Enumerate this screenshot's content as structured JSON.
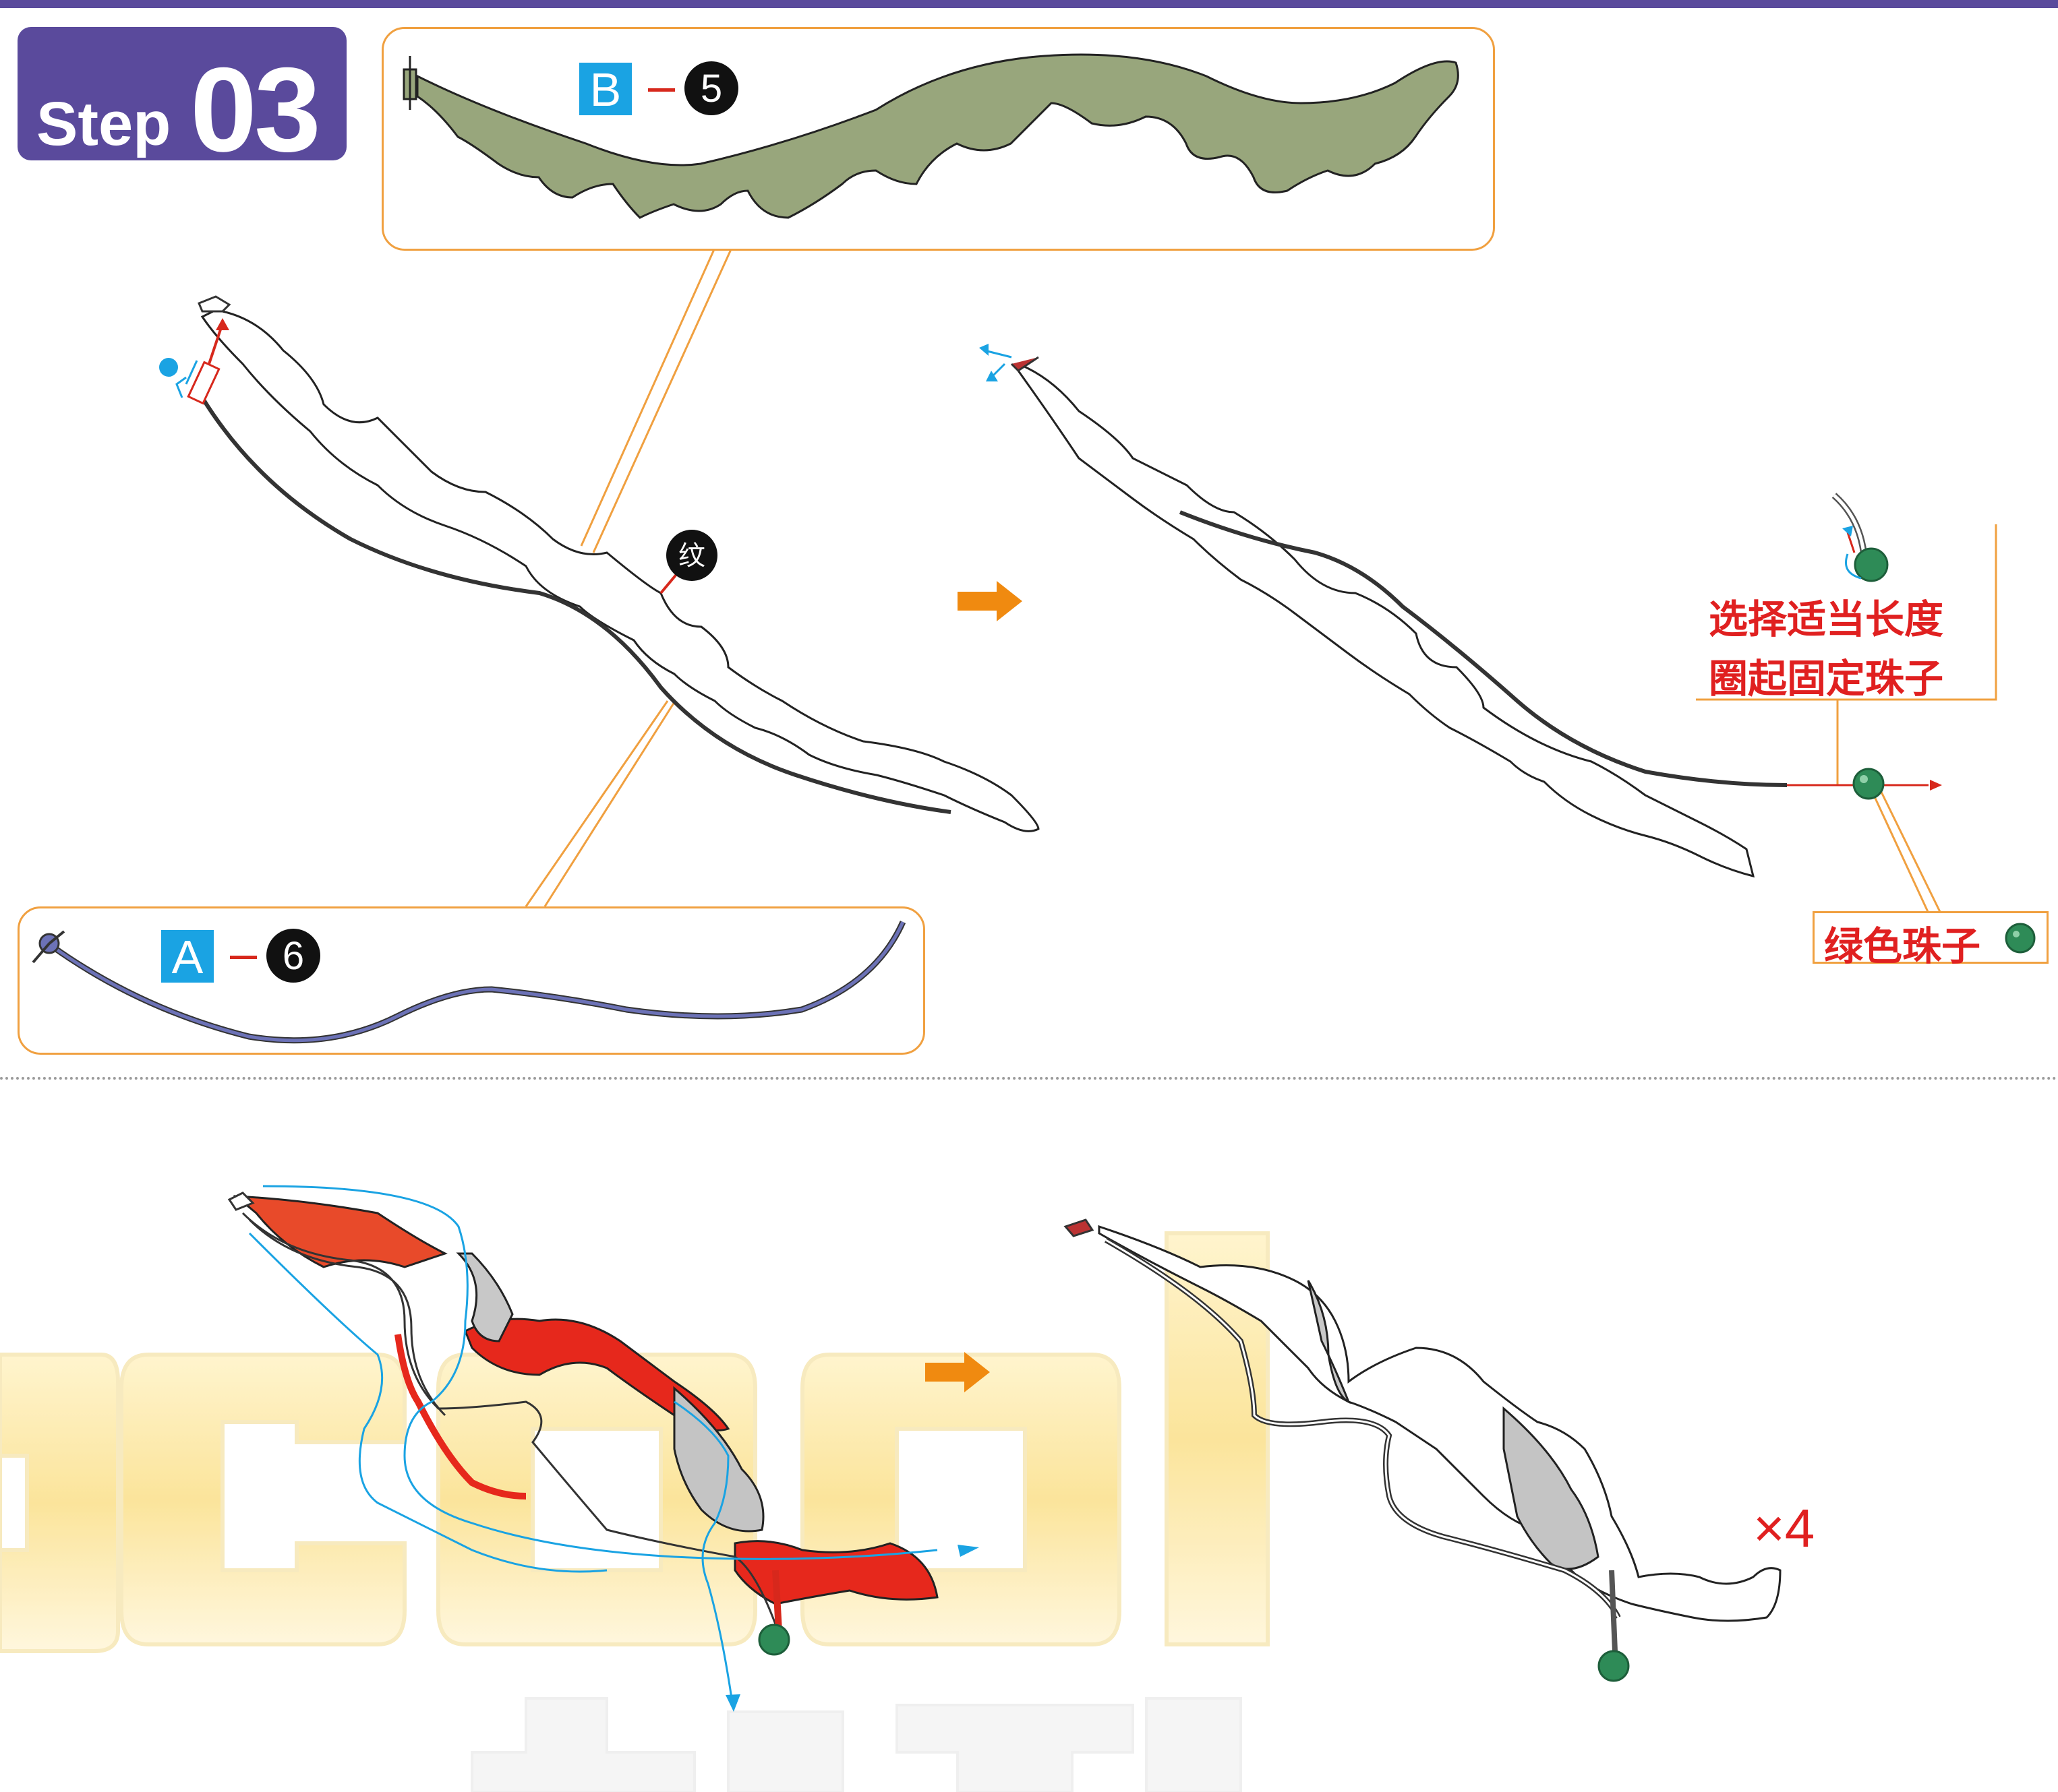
{
  "step": {
    "label": "Step",
    "number": "03"
  },
  "part_b": {
    "letter": "B",
    "number": "5"
  },
  "part_a": {
    "letter": "A",
    "number": "6"
  },
  "marker_label": "纹",
  "instruction": {
    "line1": "选择适当长度",
    "line2": "圈起固定珠子"
  },
  "bead_label": "绿色珠子",
  "repeat": "×4",
  "watermark": "ecool",
  "colors": {
    "badge": "#5a4a9c",
    "callout_border": "#f0a040",
    "leaf_green": "#98a67c",
    "wire_blue": "#6c72b7",
    "tag_blue": "#1aa3e3",
    "ribbon_red": "#e6281c",
    "bead_green": "#2e8b57",
    "arrow_orange": "#f08a10",
    "guide_cyan": "#1aa3e3",
    "note_red": "#e02020"
  }
}
